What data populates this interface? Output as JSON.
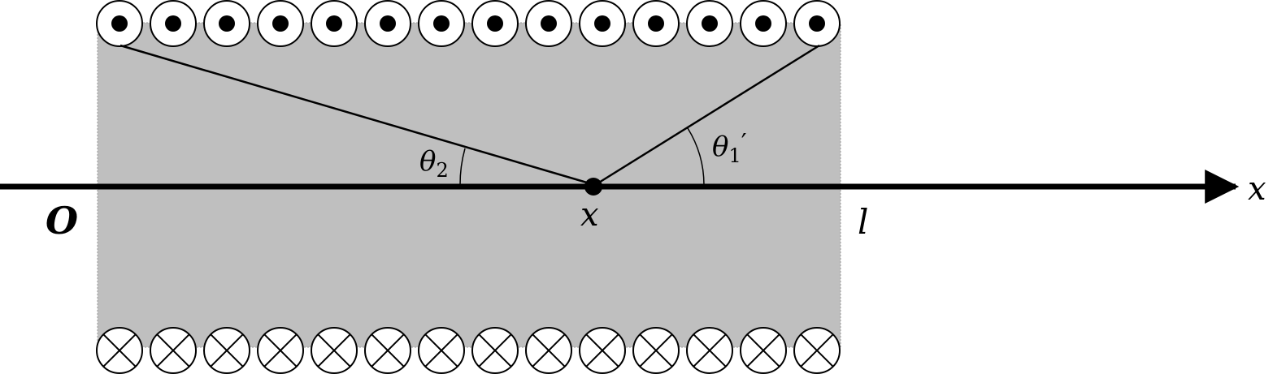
{
  "labels": {
    "origin": "O",
    "length": "l",
    "axis": "x",
    "point": "x",
    "theta2_symbol": "θ",
    "theta2_subscript": "2",
    "theta1_symbol": "θ",
    "theta1_subscript": "1",
    "theta1_prime": "′"
  },
  "colors": {
    "solenoid_fill": "#bfbfbf",
    "line": "#000000",
    "coil_fill": "#ffffff"
  },
  "coils": {
    "count_top": 14,
    "count_bottom": 14,
    "top_symbol": "dot",
    "bottom_symbol": "cross"
  }
}
